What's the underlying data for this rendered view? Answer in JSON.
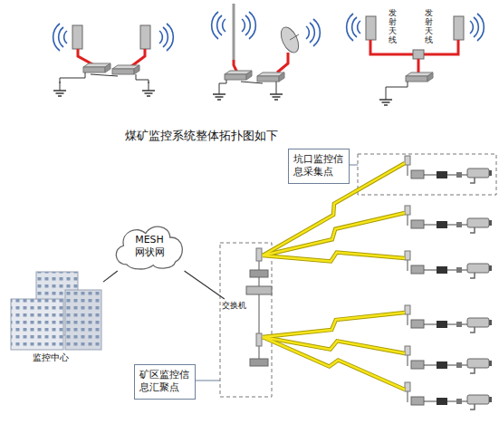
{
  "diagram": {
    "title": "煤矿监控系统整体拓扑图如下",
    "nodes": [
      {
        "text": [
          "MESH 网状网"
        ]
      },
      {
        "text": [
          "监控中心"
        ]
      },
      {
        "text": [
          "交换机"
        ]
      },
      {
        "text": [
          "矿区监控信息汇聚点"
        ]
      },
      {
        "text": [
          "坑口监控信息采集点"
        ]
      }
    ],
    "edges": [
      {
        "from": 1,
        "to": 0,
        "arrow": "none"
      },
      {
        "from": 0,
        "to": 2,
        "arrow": "none"
      }
    ],
    "labels": [
      "发射天线",
      "发射天线"
    ]
  }
}
